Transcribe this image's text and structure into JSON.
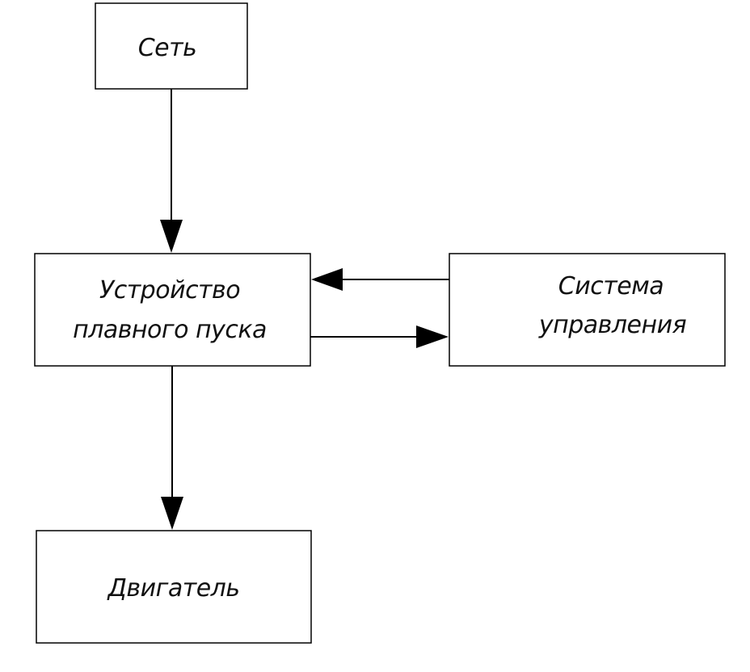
{
  "diagram": {
    "blocks": {
      "network": {
        "label": "Сеть"
      },
      "soft_starter": {
        "line1": "Устройство",
        "line2": "плавного пуска"
      },
      "control_system": {
        "line1": "Система",
        "line2": "управления"
      },
      "motor": {
        "label": "Двигатель"
      }
    },
    "connections": [
      {
        "from": "network",
        "to": "soft_starter"
      },
      {
        "from": "control_system",
        "to": "soft_starter"
      },
      {
        "from": "soft_starter",
        "to": "control_system"
      },
      {
        "from": "soft_starter",
        "to": "motor"
      }
    ],
    "colors": {
      "line": "#000000",
      "background": "#ffffff"
    }
  }
}
